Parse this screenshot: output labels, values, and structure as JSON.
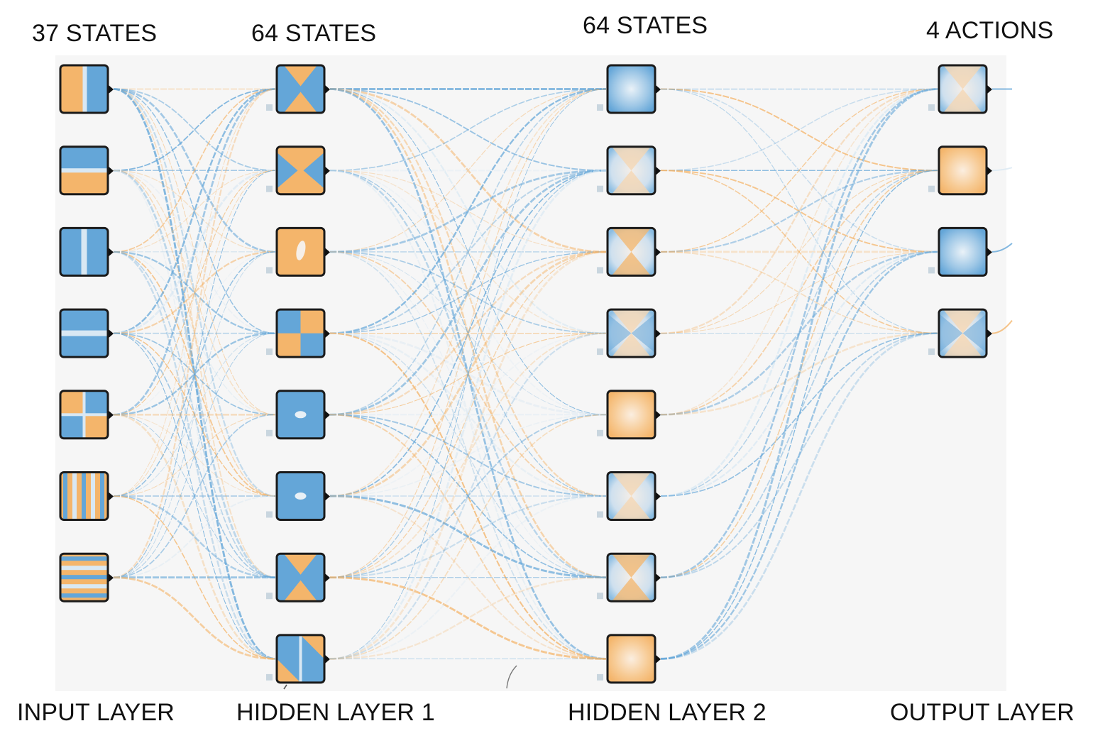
{
  "labels": {
    "top": [
      "37 STATES",
      "64 STATES",
      "64 STATES",
      "4 ACTIONS"
    ],
    "bottom": [
      "INPUT LAYER",
      "HIDDEN LAYER 1",
      "HIDDEN LAYER 2",
      "OUTPUT LAYER"
    ]
  },
  "colors": {
    "panel": "#f6f6f6",
    "orange": "#f4b56b",
    "blue": "#64a6d8",
    "light": "#d9e8f3",
    "node_border": "#1a1a1a",
    "text": "#111111"
  },
  "layers": [
    {
      "name": "input",
      "nodes": [
        {
          "pattern": "vsplit"
        },
        {
          "pattern": "hsplit"
        },
        {
          "pattern": "vstripe"
        },
        {
          "pattern": "hstripe"
        },
        {
          "pattern": "checker"
        },
        {
          "pattern": "vmulti"
        },
        {
          "pattern": "hmulti"
        }
      ]
    },
    {
      "name": "hidden1",
      "nodes": [
        {
          "pattern": "xblue"
        },
        {
          "pattern": "xorange"
        },
        {
          "pattern": "orangeblob"
        },
        {
          "pattern": "xmix"
        },
        {
          "pattern": "bluedot"
        },
        {
          "pattern": "bluedot"
        },
        {
          "pattern": "xblue"
        },
        {
          "pattern": "quadmix"
        }
      ]
    },
    {
      "name": "hidden2",
      "nodes": [
        {
          "pattern": "softblue"
        },
        {
          "pattern": "softx"
        },
        {
          "pattern": "softx2"
        },
        {
          "pattern": "softx3"
        },
        {
          "pattern": "softorange"
        },
        {
          "pattern": "softx"
        },
        {
          "pattern": "softx2"
        },
        {
          "pattern": "softorange"
        }
      ]
    },
    {
      "name": "output",
      "nodes": [
        {
          "pattern": "softx"
        },
        {
          "pattern": "softorange"
        },
        {
          "pattern": "softblue"
        },
        {
          "pattern": "softx3"
        }
      ]
    }
  ]
}
